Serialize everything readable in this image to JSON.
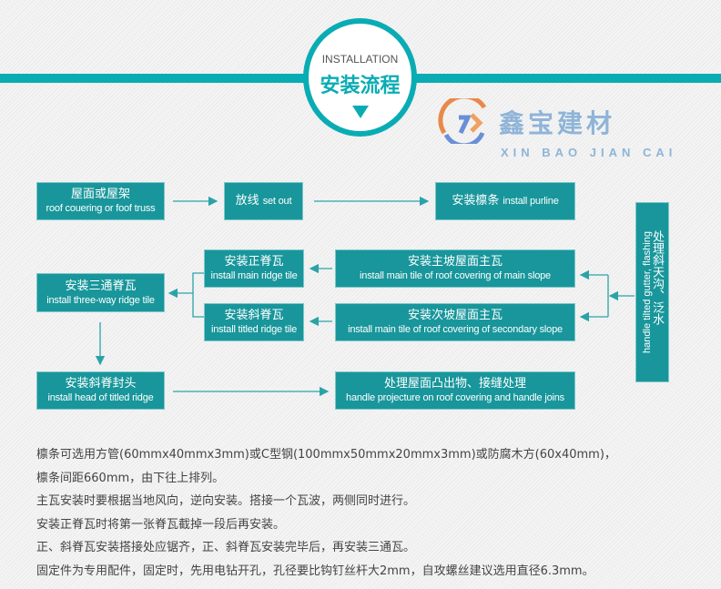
{
  "header": {
    "title_en": "INSTALLATION",
    "title_cn": "安装流程"
  },
  "colors": {
    "accent": "#0aacb4",
    "box": "#18969b"
  },
  "steps": {
    "roof": {
      "cn": "屋面或屋架",
      "en": "roof couering or foof truss"
    },
    "setout": {
      "cn": "放线",
      "en": "set out"
    },
    "purline": {
      "cn": "安装檩条",
      "en": "install purline"
    },
    "main_ridge": {
      "cn": "安装正脊瓦",
      "en": "install main ridge tile"
    },
    "titled_ridge": {
      "cn": "安装斜脊瓦",
      "en": "install titled ridge tile"
    },
    "three_way": {
      "cn": "安装三通脊瓦",
      "en": "install three-way ridge tile"
    },
    "main_slope": {
      "cn": "安装主坡屋面主瓦",
      "en": "install main tile of roof covering of main  slope"
    },
    "secondary_slope": {
      "cn": "安装次坡屋面主瓦",
      "en": "install main tile of roof covering of secondary  slope"
    },
    "head": {
      "cn": "安装斜脊封头",
      "en": "install head of titled ridge"
    },
    "projecture": {
      "cn": "处理屋面凸出物、接缝处理",
      "en": "handle projecture on roof covering and handle joins"
    },
    "gutter": {
      "cn": "处理斜天沟、泛水",
      "en": "handle tilted gutter, flashing"
    }
  },
  "watermark": {
    "cn": "鑫宝建材",
    "en": "XIN BAO JIAN CAI"
  },
  "notes": [
    "檩条可选用方管(60mmx40mmx3mm)或C型钢(100mmx50mmx20mmx3mm)或防腐木方(60x40mm)，",
    "檩条间距660mm，由下往上排列。",
    "主瓦安装时要根据当地风向，逆向安装。搭接一个瓦波，两侧同时进行。",
    "安装正脊瓦时将第一张脊瓦截掉一段后再安装。",
    "正、斜脊瓦安装搭接处应锯齐，正、斜脊瓦安装完毕后，再安装三通瓦。",
    "固定件为专用配件，固定时，先用电钻开孔，孔径要比钩钉丝杆大2mm，自攻螺丝建议选用直径6.3mm。"
  ]
}
